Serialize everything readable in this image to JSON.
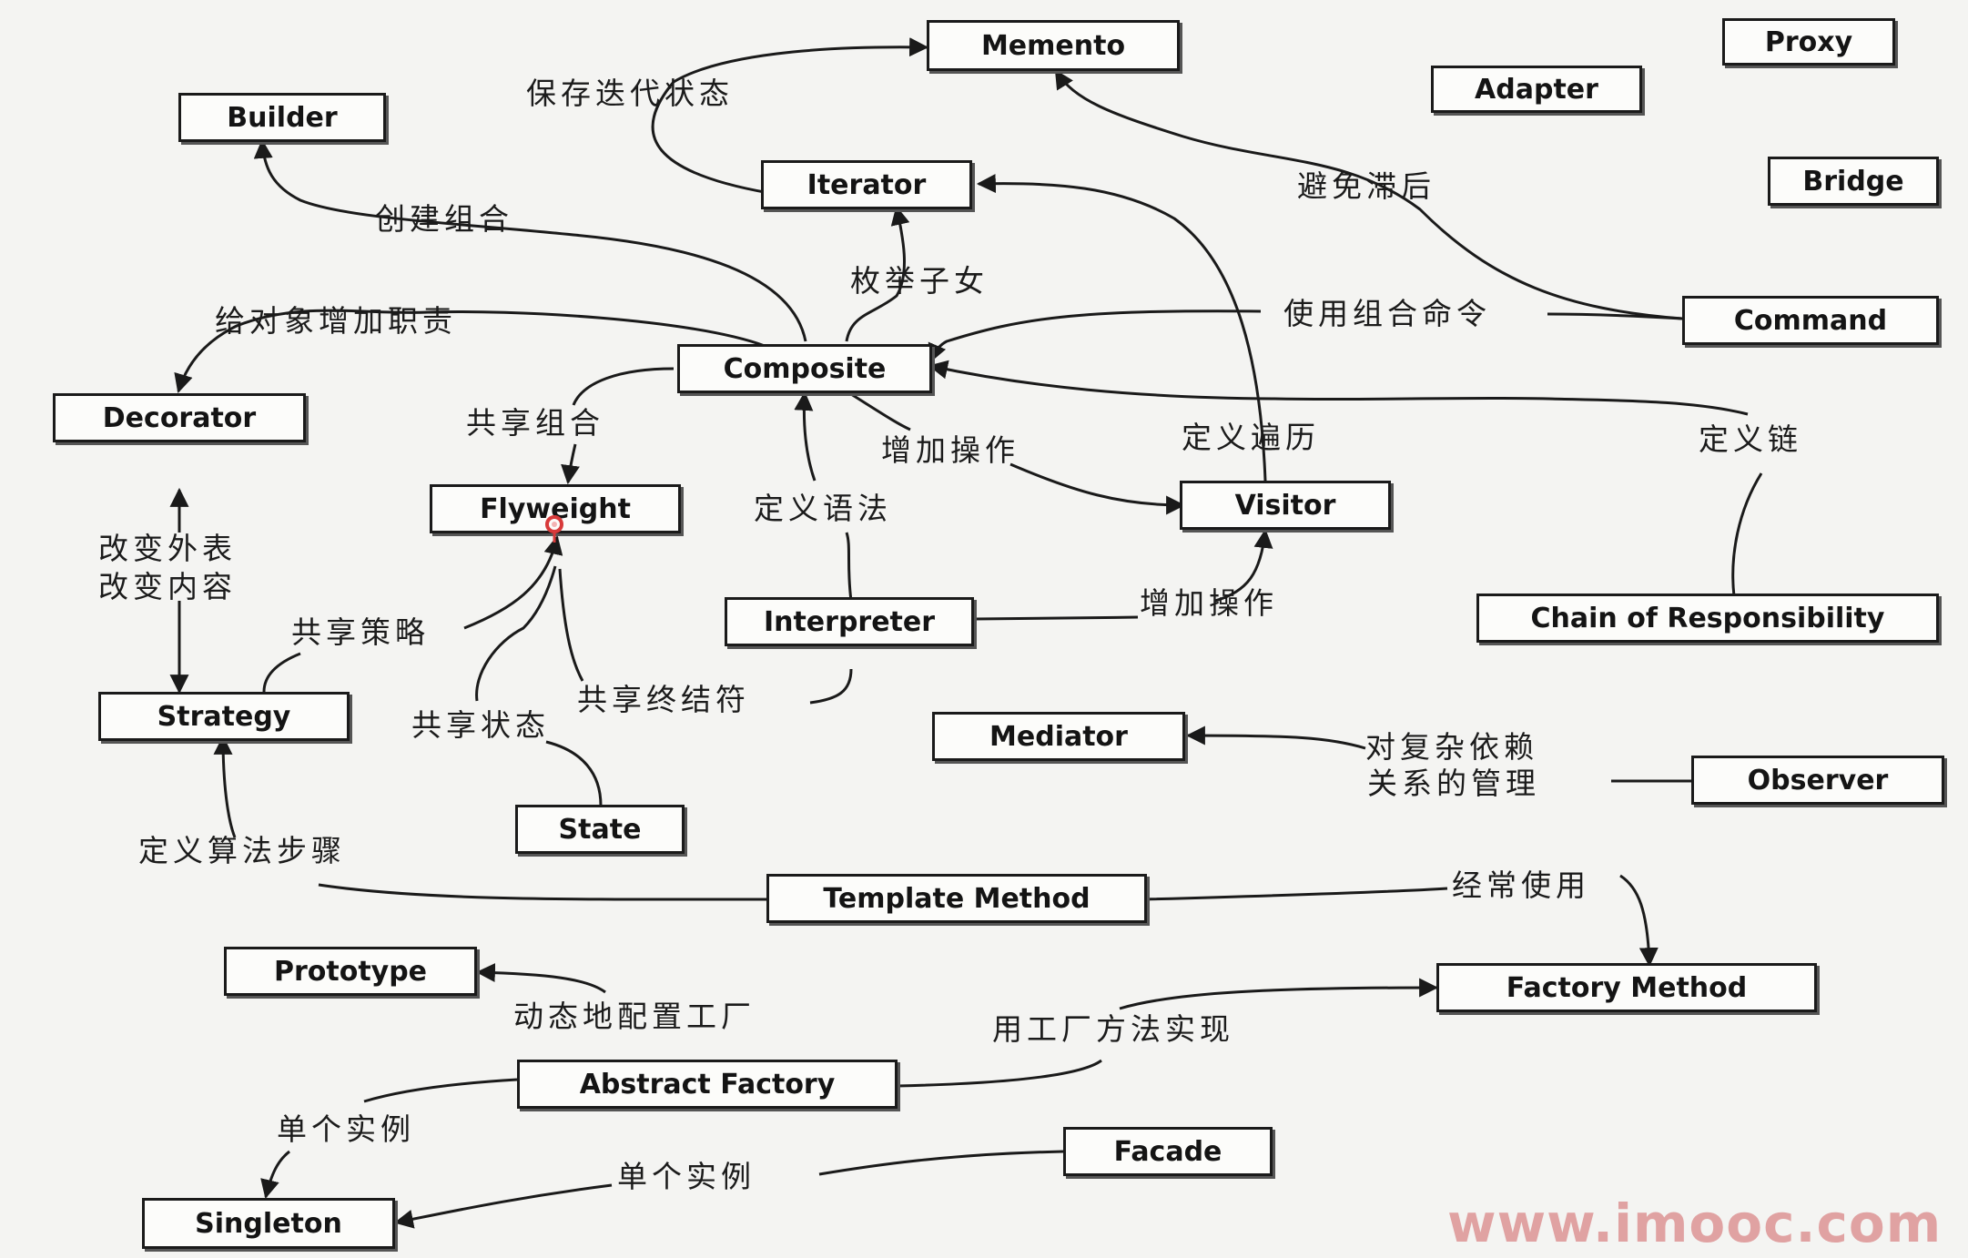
{
  "diagram": {
    "nodes": {
      "memento": "Memento",
      "proxy": "Proxy",
      "adapter": "Adapter",
      "builder": "Builder",
      "iterator": "Iterator",
      "bridge": "Bridge",
      "command": "Command",
      "composite": "Composite",
      "decorator": "Decorator",
      "flyweight": "Flyweight",
      "visitor": "Visitor",
      "interpreter": "Interpreter",
      "chain": "Chain of Responsibility",
      "strategy": "Strategy",
      "mediator": "Mediator",
      "observer": "Observer",
      "state": "State",
      "template_method": "Template Method",
      "prototype": "Prototype",
      "factory_method": "Factory Method",
      "abstract_factory": "Abstract Factory",
      "facade": "Facade",
      "singleton": "Singleton"
    },
    "labels": {
      "save_iter_state": "保存迭代状态",
      "avoid_lag": "避免滞后",
      "create_composite": "创建组合",
      "enumerate_children": "枚举子女",
      "add_responsibility": "给对象增加职责",
      "use_composite_command": "使用组合命令",
      "share_composite": "共享组合",
      "add_operation_1": "增加操作",
      "define_traversal": "定义遍历",
      "define_chain": "定义链",
      "define_grammar": "定义语法",
      "change_skin": "改变外表",
      "change_guts": "改变内容",
      "share_strategy": "共享策略",
      "add_operation_2": "增加操作",
      "share_terminal": "共享终结符",
      "share_state": "共享状态",
      "manage_dependency_1": "对复杂依赖",
      "manage_dependency_2": "关系的管理",
      "define_algorithm_steps": "定义算法步骤",
      "often_use": "经常使用",
      "configure_factory": "动态地配置工厂",
      "implement_with_fm": "用工厂方法实现",
      "single_instance_1": "单个实例",
      "single_instance_2": "单个实例"
    },
    "watermark": "www.imooc.com",
    "colors": {
      "ink": "#1a1a1a",
      "watermark": "#e0a2a2",
      "cursor": "#d83a3a"
    }
  }
}
